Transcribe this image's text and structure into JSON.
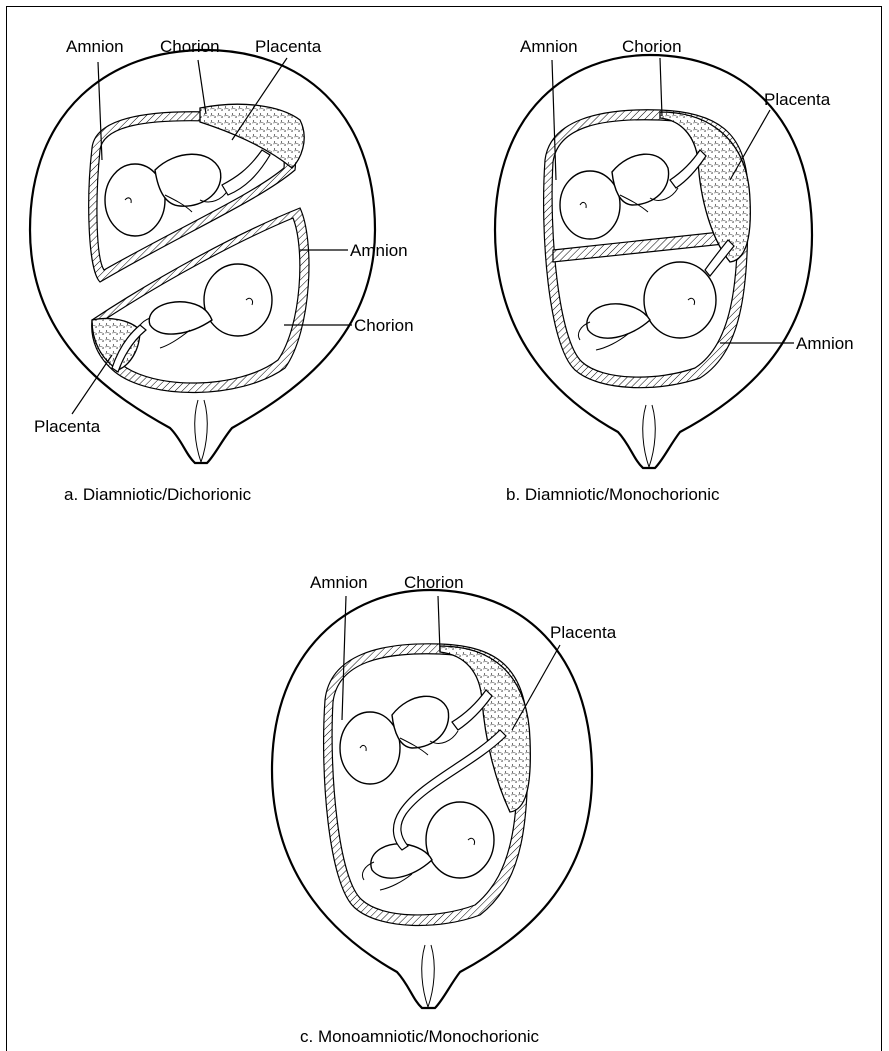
{
  "panels": {
    "a": {
      "caption": "a. Diamniotic/Dichorionic",
      "labels": {
        "amnion_top": "Amnion",
        "chorion_top": "Chorion",
        "placenta_top": "Placenta",
        "amnion_right": "Amnion",
        "chorion_right": "Chorion",
        "placenta_bottom": "Placenta"
      }
    },
    "b": {
      "caption": "b. Diamniotic/Monochorionic",
      "labels": {
        "amnion_top": "Amnion",
        "chorion_top": "Chorion",
        "placenta_right": "Placenta",
        "amnion_right": "Amnion"
      }
    },
    "c": {
      "caption": "c. Monoamniotic/Monochorionic",
      "labels": {
        "amnion_top": "Amnion",
        "chorion_top": "Chorion",
        "placenta_right": "Placenta"
      }
    }
  }
}
